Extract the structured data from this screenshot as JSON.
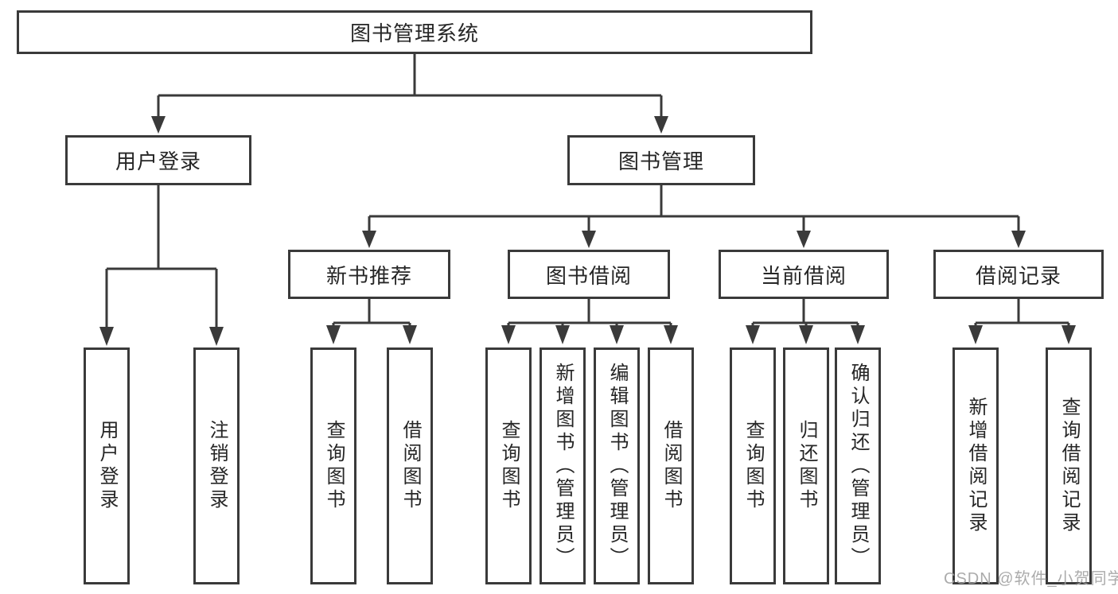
{
  "diagram": {
    "type": "tree",
    "root": {
      "label": "图书管理系统"
    },
    "branches": [
      {
        "label": "用户登录",
        "children": [
          {
            "label": "用户登录"
          },
          {
            "label": "注销登录"
          }
        ]
      },
      {
        "label": "图书管理",
        "children": [
          {
            "label": "新书推荐",
            "children": [
              {
                "label": "查询图书"
              },
              {
                "label": "借阅图书"
              }
            ]
          },
          {
            "label": "图书借阅",
            "children": [
              {
                "label": "查询图书"
              },
              {
                "label": "新增图书（管理员）"
              },
              {
                "label": "编辑图书（管理员）"
              },
              {
                "label": "借阅图书"
              }
            ]
          },
          {
            "label": "当前借阅",
            "children": [
              {
                "label": "查询图书"
              },
              {
                "label": "归还图书"
              },
              {
                "label": "确认归还（管理员）"
              }
            ]
          },
          {
            "label": "借阅记录",
            "children": [
              {
                "label": "新增借阅记录"
              },
              {
                "label": "查询借阅记录"
              }
            ]
          }
        ]
      }
    ]
  },
  "watermark": {
    "text": "CSDN @软件_小贺同学"
  },
  "colors": {
    "line": "#3a3a3a",
    "box_border": "#3a3a3a",
    "text": "#262626",
    "background": "#ffffff",
    "watermark": "#a3a3a3"
  }
}
